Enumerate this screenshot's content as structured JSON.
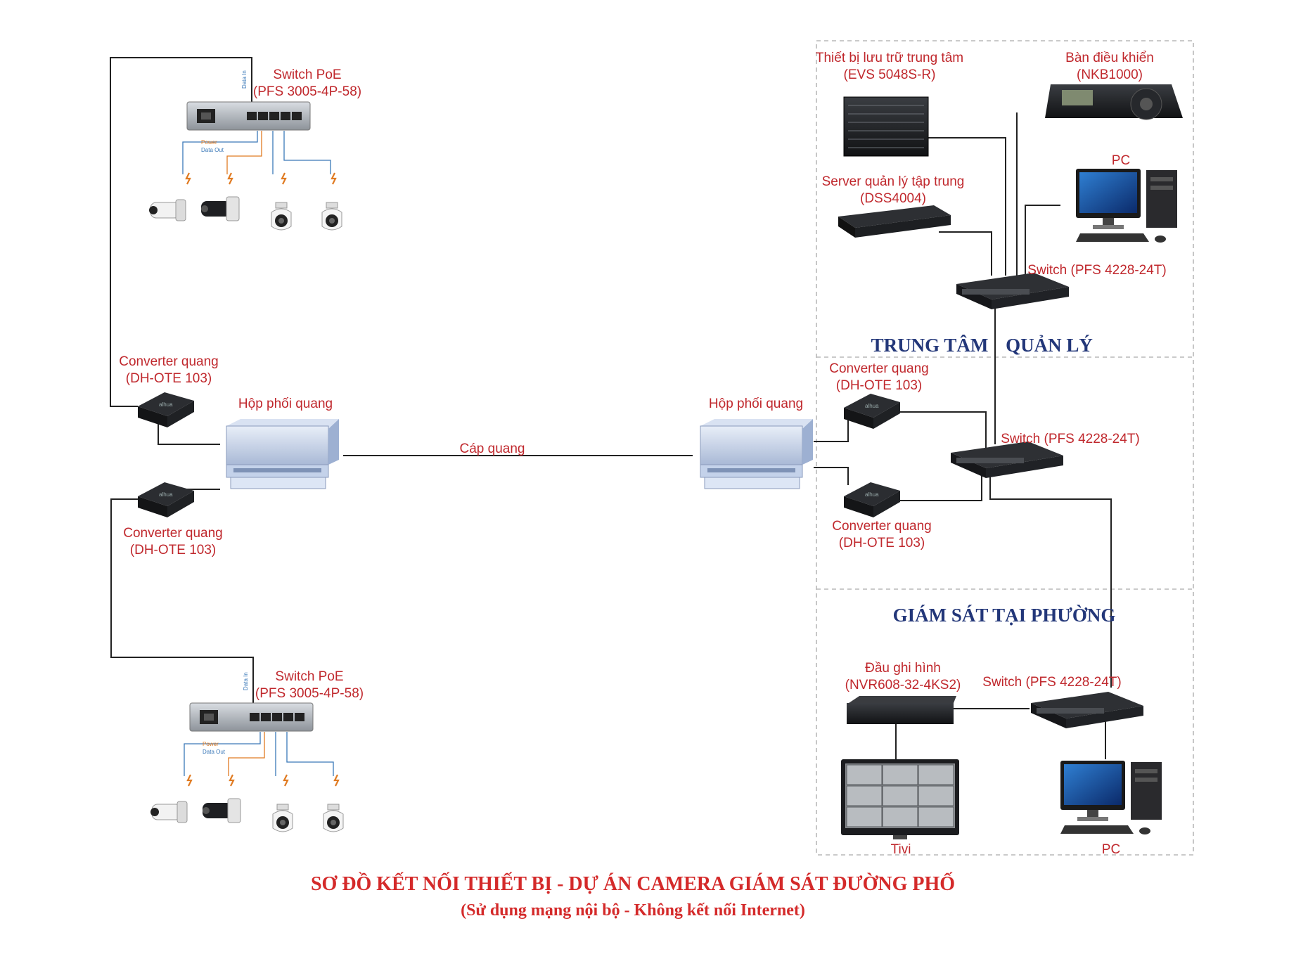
{
  "diagram": {
    "top_site": {
      "poe_switch": {
        "line1": "Switch PoE",
        "line2": "(PFS 3005-4P-58)"
      },
      "port_labels": {
        "data_in": "Data In",
        "power": "Power",
        "data_out": "Data Out"
      },
      "converter": {
        "line1": "Converter quang",
        "line2": "(DH-OTE 103)"
      }
    },
    "bottom_site": {
      "poe_switch": {
        "line1": "Switch PoE",
        "line2": "(PFS 3005-4P-58)"
      },
      "converter": {
        "line1": "Converter quang",
        "line2": "(DH-OTE 103)"
      }
    },
    "left_patch": "Hộp phối quang",
    "right_patch": "Hộp phối quang",
    "fiber": "Cáp quang",
    "center": {
      "storage": {
        "line1": "Thiết bị lưu trữ trung tâm",
        "line2": "(EVS 5048S-R)"
      },
      "keyboard": {
        "line1": "Bàn điều khiển",
        "line2": "(NKB1000)"
      },
      "pc": "PC",
      "server": {
        "line1": "Server quản lý tập trung",
        "line2": "(DSS4004)"
      },
      "switch": "Switch (PFS 4228-24T)",
      "zone_left": "TRUNG TÂM",
      "zone_right": "QUẢN LÝ"
    },
    "middle": {
      "converter_top": {
        "line1": "Converter quang",
        "line2": "(DH-OTE 103)"
      },
      "converter_bottom": {
        "line1": "Converter quang",
        "line2": "(DH-OTE 103)"
      },
      "switch": "Switch (PFS 4228-24T)"
    },
    "ward": {
      "zone": "GIÁM SÁT TẠI PHƯỜNG",
      "nvr": {
        "line1": "Đầu ghi hình",
        "line2": "(NVR608-32-4KS2)"
      },
      "switch": "Switch (PFS 4228-24T)",
      "tv": "Tivi",
      "pc": "PC"
    },
    "title": "SƠ ĐỒ KẾT NỐI THIẾT BỊ - DỰ ÁN CAMERA GIÁM SÁT ĐƯỜNG PHỐ",
    "subtitle": "(Sử dụng mạng nội bộ - Không kết nối Internet)"
  },
  "colors": {
    "label": "#c0282d",
    "zone": "#233779",
    "title": "#d42a2a",
    "power_wire": "#e07b22",
    "data_wire": "#3a78b8"
  }
}
